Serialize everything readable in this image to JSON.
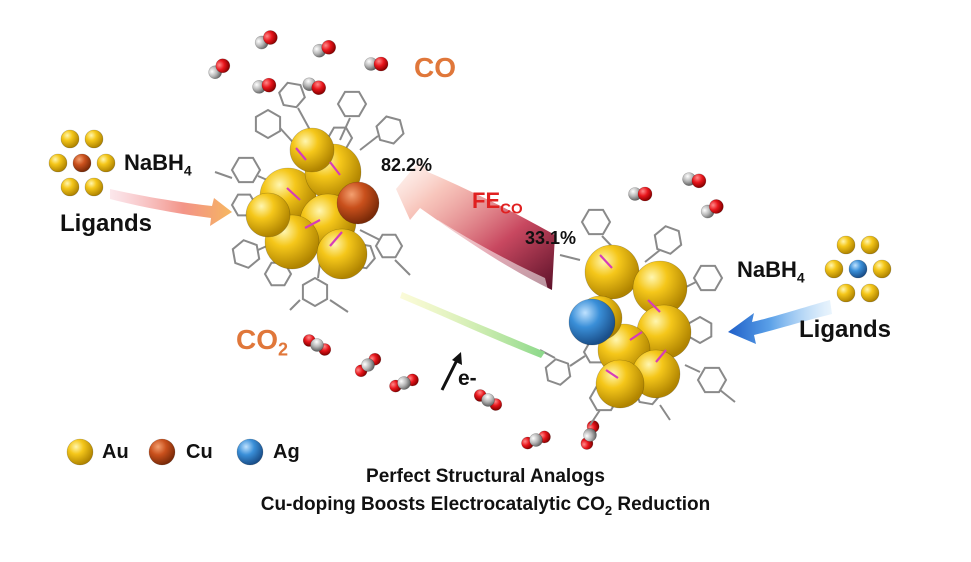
{
  "left_reagent": {
    "reducer": "NaBH",
    "reducer_sub": "4",
    "ligands": "Ligands"
  },
  "right_reagent": {
    "reducer": "NaBH",
    "reducer_sub": "4",
    "ligands": "Ligands"
  },
  "product": {
    "main": "CO"
  },
  "reactant": {
    "main": "CO",
    "sub": "2"
  },
  "faradaic": {
    "main": "FE",
    "sub": "CO",
    "cu_value": "82.2%",
    "ag_value": "33.1%"
  },
  "electron": {
    "label": "e-"
  },
  "legend": [
    {
      "label": "Au",
      "color": "#f5c71a"
    },
    {
      "label": "Cu",
      "color": "#c9501c"
    },
    {
      "label": "Ag",
      "color": "#3a8fd8"
    }
  ],
  "caption": {
    "line1": "Perfect Structural Analogs",
    "line2_pre": "Cu-doping Boosts Electrocatalytic CO",
    "line2_sub": "2",
    "line2_post": " Reduction"
  },
  "colors": {
    "gold": "#f5c71a",
    "copper": "#c9501c",
    "silver": "#3a8fd8",
    "oxygen": "#e8151b",
    "carbon": "#b5b5b5",
    "phosphorus": "#d63cb8",
    "accent_orange": "#e0773a",
    "accent_red": "#e02020"
  }
}
